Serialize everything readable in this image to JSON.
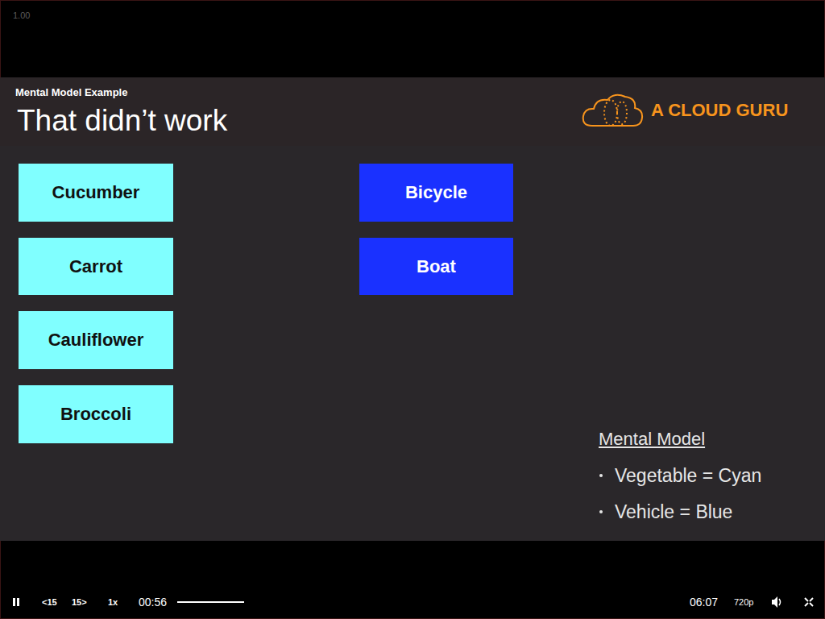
{
  "diagram": {
    "title": "That didn’t work",
    "nodes": [
      {
        "text": [
          "Cucumber"
        ]
      },
      {
        "text": [
          "Carrot"
        ]
      },
      {
        "text": [
          "Cauliflower"
        ]
      },
      {
        "text": [
          "Broccoli"
        ]
      },
      {
        "text": [
          "Bicycle"
        ]
      },
      {
        "text": [
          "Boat"
        ]
      }
    ],
    "labels": [
      "1.00",
      "Mental Model Example",
      "A CLOUD GURU",
      "Mental Model",
      "Vegetable = Cyan",
      "Vehicle = Blue",
      "<15",
      "15>",
      "1x",
      "00:56",
      "06:07",
      "720p"
    ]
  }
}
